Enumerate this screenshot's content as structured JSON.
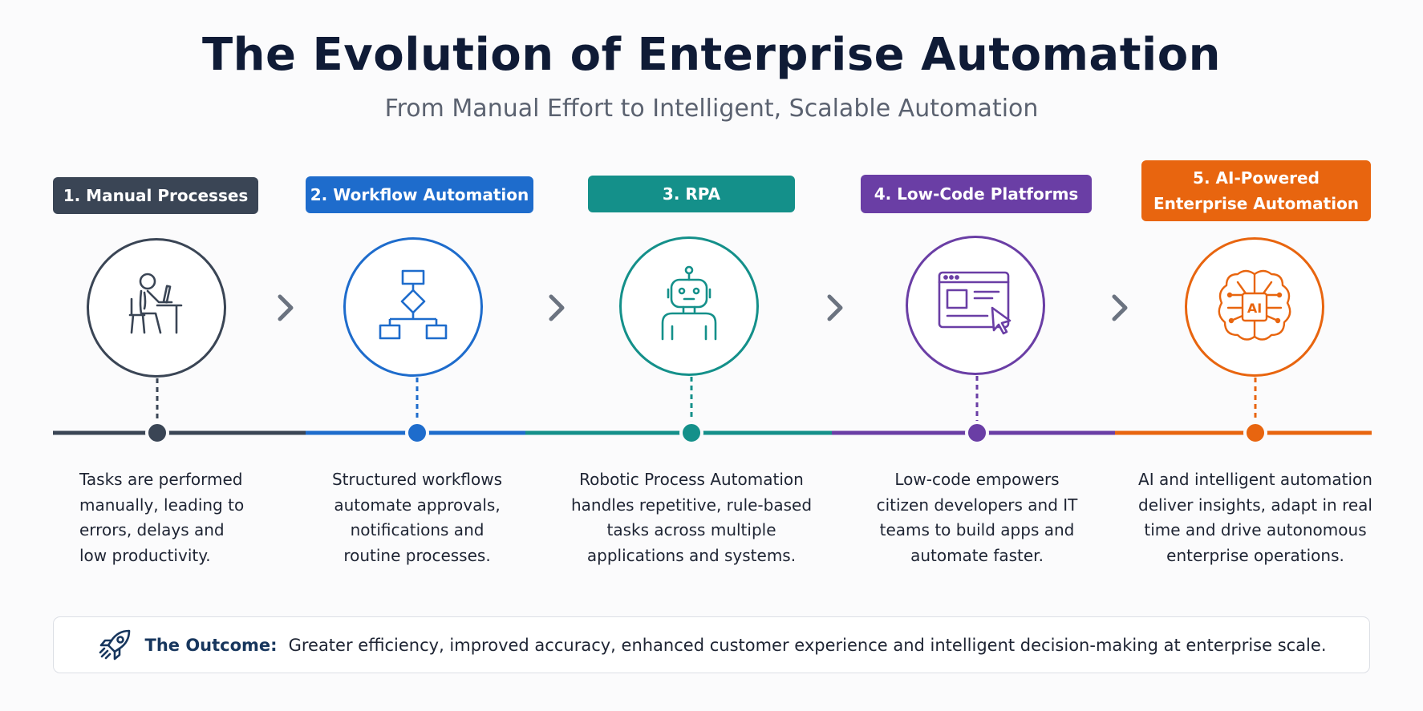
{
  "title": "The Evolution of Enterprise Automation",
  "subtitle": "From Manual Effort to Intelligent, Scalable Automation",
  "stages": [
    {
      "title": "1. Manual Processes",
      "icon": "person-at-desk-icon",
      "color": "#3a4555",
      "desc": [
        "Tasks are performed",
        "manually, leading to",
        "errors, delays and",
        "low productivity."
      ]
    },
    {
      "title": "2. Workflow Automation",
      "icon": "flowchart-icon",
      "color": "#1e6ccc",
      "desc": [
        "Structured workflows",
        "automate approvals,",
        "notifications and",
        "routine processes."
      ]
    },
    {
      "title": "3. RPA",
      "icon": "robot-icon",
      "color": "#14908a",
      "desc": [
        "Robotic Process Automation",
        "handles repetitive, rule-based",
        "tasks across multiple",
        "applications and systems."
      ]
    },
    {
      "title": "4. Low-Code Platforms",
      "icon": "browser-window-cursor-icon",
      "color": "#6a3ea5",
      "desc": [
        "Low-code empowers",
        "citizen developers and IT",
        "teams to build apps and",
        "automate faster."
      ]
    },
    {
      "title_lines": [
        "5. AI-Powered",
        "Enterprise Automation"
      ],
      "icon": "ai-brain-icon",
      "icon_text": "AI",
      "color": "#e8650f",
      "desc": [
        "AI and intelligent automation",
        "deliver insights, adapt in real",
        "time and drive autonomous",
        "enterprise operations."
      ]
    }
  ],
  "connector_icon": "chevron-right-icon",
  "outcome": {
    "icon": "rocket-icon",
    "label": "The Outcome:",
    "text": "Greater efficiency, improved accuracy, enhanced customer experience and intelligent decision-making at enterprise scale."
  }
}
